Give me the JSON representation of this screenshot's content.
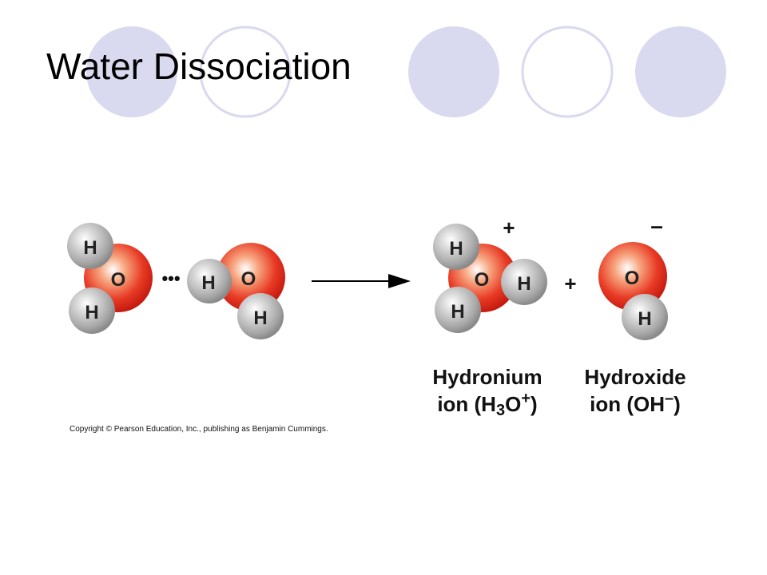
{
  "slide": {
    "title": "Water Dissociation",
    "copyright": "Copyright © Pearson Education, Inc., publishing as Benjamin Cummings."
  },
  "atoms": {
    "oxygen": "O",
    "hydrogen": "H"
  },
  "symbols": {
    "hydrogen_bond": "•••",
    "plus": "+",
    "minus": "–"
  },
  "products": {
    "hydronium": {
      "line1": "Hydronium",
      "line2_prefix": "ion (H",
      "subscript": "3",
      "line2_mid": "O",
      "superscript": "+",
      "line2_suffix": ")"
    },
    "hydroxide": {
      "line1": "Hydroxide",
      "line2_prefix": "ion (OH",
      "superscript": "–",
      "line2_suffix": ")"
    }
  },
  "colors": {
    "decor_fill": "#d9d9ef",
    "decor_ring": "#d9d9ef",
    "oxygen": "#e83b25",
    "hydrogen": "#a6a6a6"
  }
}
